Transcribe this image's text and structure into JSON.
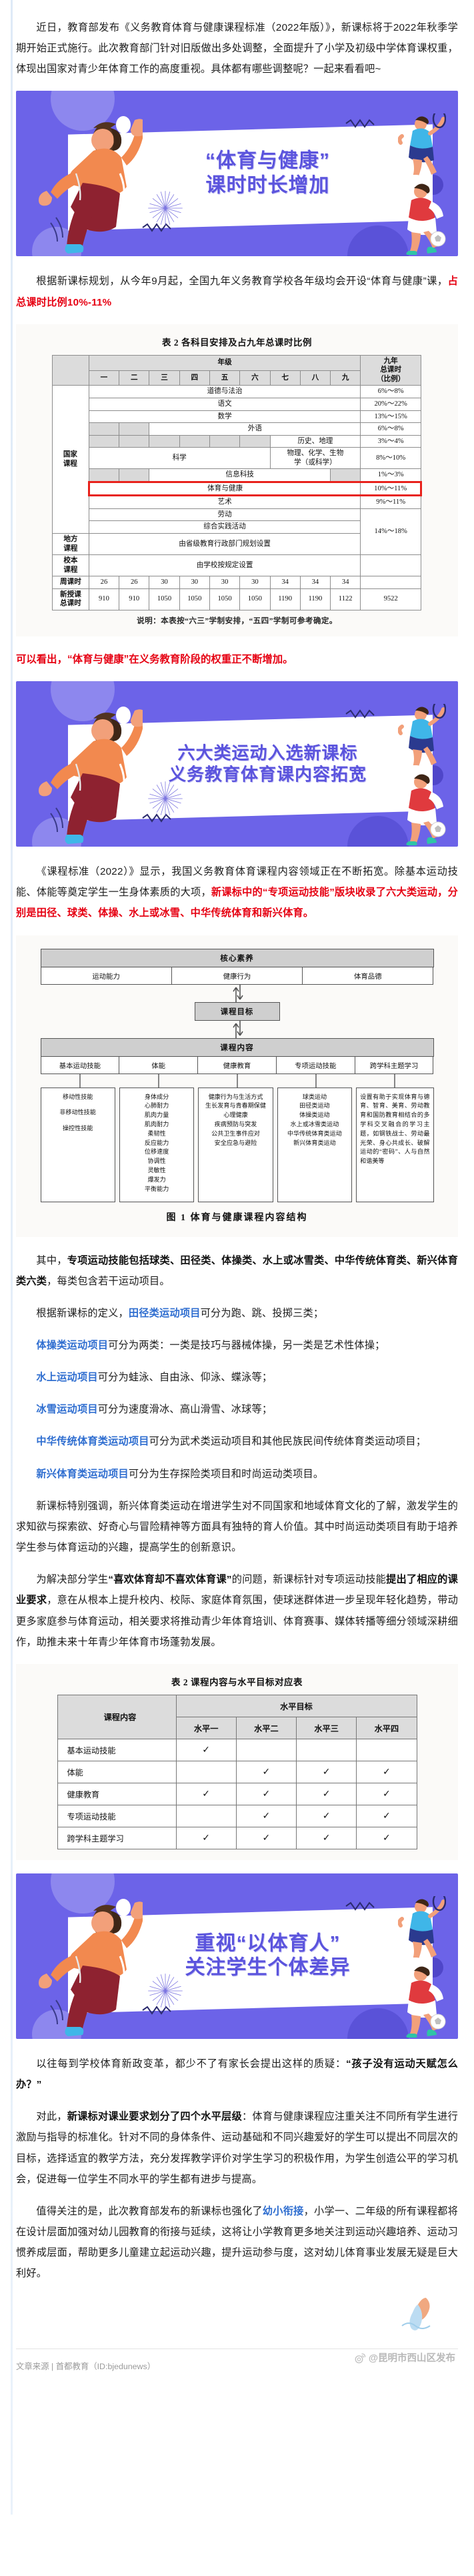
{
  "article": {
    "intro_paragraph": "近日，教育部发布《义务教育体育与健康课程标准（2022年版）》，新课标将于2022年秋季学期开始正式施行。此次教育部门针对旧版做出多处调整，全面提升了小学及初级中学体育课权重，体现出国家对青少年体育工作的高度重视。具体都有哪些调整呢？一起来看看吧~",
    "banner1": {
      "line1": "“体育与健康”",
      "line2": "课时时长增加"
    },
    "section1_lead_plain": "根据新课标规划，从今年9月起，全国九年义务教育学校各年级均会开设“体育与健康”课，",
    "section1_lead_red": "占总课时比例10%-11%",
    "section1_conclusion": "可以看出，“体育与健康”在义务教育阶段的权重正不断增加。",
    "banner2": {
      "line1": "六大类运动入选新课标",
      "line2": "义务教育体育课内容拓宽"
    },
    "section2_p1_plain_a": "《课程标准（2022）》显示，我国义务教育体育课程内容领域正在不断拓宽。除基本运动技能、体能等奠定学生一生身体素质的大项，",
    "section2_p1_red": "新课标中的“专项运动技能”版块收录了六大类运动，分别是田径、球类、体操、水上或冰雪、中华传统体育和新兴体育。",
    "section2_p2_plain_a": "其中，",
    "section2_p2_bold": "专项运动技能包括球类、田径类、体操类、水上或冰雪类、中华传统体育类、新兴体育类六类",
    "section2_p2_plain_b": "，每类包含若干运动项目。",
    "definitions": [
      {
        "prefix": "根据新课标的定义，",
        "term": "田径类运动项目",
        "rest": "可分为跑、跳、投掷三类；"
      },
      {
        "prefix": "",
        "term": "体操类运动项目",
        "rest": "可分为两类：一类是技巧与器械体操，另一类是艺术性体操；"
      },
      {
        "prefix": "",
        "term": "水上运动项目",
        "rest": "可分为蛙泳、自由泳、仰泳、蝶泳等；"
      },
      {
        "prefix": "",
        "term": "冰雪运动项目",
        "rest": "可分为速度滑冰、高山滑雪、冰球等；"
      },
      {
        "prefix": "",
        "term": "中华传统体育类运动项目",
        "rest": "可分为武术类运动项目和其他民族民间传统体育类运动项目；"
      },
      {
        "prefix": "",
        "term": "新兴体育类运动项目",
        "rest": "可分为生存探险类项目和时尚运动类项目。"
      }
    ],
    "section2_p3": "新课标特别强调，新兴体育类运动在增进学生对不同国家和地域体育文化的了解，激发学生的求知欲与探索欲、好奇心与冒险精神等方面具有独特的育人价值。其中时尚运动类项目有助于培养学生参与体育运动的兴趣，提高学生的创新意识。",
    "section2_p4_plain_a": "为解决部分学生",
    "section2_p4_bold_a": "“喜欢体育却不喜欢体育课”",
    "section2_p4_plain_b": "的问题，新课标针对专项运动技能",
    "section2_p4_bold_b": "提出了相应的课业要求",
    "section2_p4_plain_c": "，意在从根本上提升校内、校际、家庭体育氛围，使球迷群体进一步呈现年轻化趋势，带动更多家庭参与体育运动，相关要求将推动青少年体育培训、体育赛事、媒体转播等细分领域深耕细作，助推未来十年青少年体育市场蓬勃发展。",
    "banner3": {
      "line1": "重视“以体育人”",
      "line2": "关注学生个体差异"
    },
    "section3_p1_plain_a": "以往每到学校体育新政变革，都少不了有家长会提出这样的质疑：",
    "section3_p1_bold": "“孩子没有运动天赋怎么办？”",
    "section3_p2_plain_a": "对此，",
    "section3_p2_bold_a": "新课标对课业要求划分了四个水平层级",
    "section3_p2_plain_b": "：体育与健康课程应注重关注不同所有学生进行激励与指导的标准化。针对不同的身体条件、运动基础和不同兴趣爱好的学生可以提出不同层次的目标，选择适宜的教学方法，充分发挥教学评价对学生学习的积极作用，为学生创造公平的学习机会，促进每一位学生不同水平的学生都有进步与提高。",
    "section3_p3_plain_a": "值得关注的是，此次教育部发布的新课标也强化了",
    "section3_p3_bold": "幼小衔接",
    "section3_p3_plain_b": "，小学一、二年级的所有课程都将在设计层面加强对幼儿园教育的衔接与延续，这将让小学教育更多地关注到运动兴趣培养、运动习惯养成层面，帮助更多儿童建立起运动兴趣，提升运动参与度，这对幼儿体育事业发展无疑是巨大利好。"
  },
  "table1": {
    "caption": "表 2   各科目安排及占九年总课时比例",
    "header_grade": "年级",
    "header_total": "九年\n总课时\n（比例）",
    "header_total_lines": [
      "九年",
      "总课时",
      "（比例）"
    ],
    "grades": [
      "一",
      "二",
      "三",
      "四",
      "五",
      "六",
      "七",
      "八",
      "九"
    ],
    "category_national_lines": [
      "国家",
      "课程"
    ],
    "category_local_lines": [
      "地方",
      "课程"
    ],
    "category_school_lines": [
      "校本",
      "课程"
    ],
    "subjects": [
      {
        "name": "道德与法治",
        "pct": "6%～8%",
        "shade_cols": 0
      },
      {
        "name": "语文",
        "pct": "20%～22%",
        "shade_cols": 0
      },
      {
        "name": "数学",
        "pct": "13%～15%",
        "shade_cols": 0
      },
      {
        "name": "外语",
        "pct": "6%～8%",
        "shade_cols": 2
      },
      {
        "name": "历史、地理",
        "pct": "3%～4%",
        "shade_cols": 6
      },
      {
        "name": "物理、化学、生物学（或科学）",
        "alt_name": "科学",
        "pct": "8%～10%",
        "split": true
      },
      {
        "name": "信息科技",
        "pct": "1%～3%",
        "shade_cols": 2,
        "shade_tail": 1
      },
      {
        "name": "体育与健康",
        "pct": "10%～11%",
        "highlight": true
      },
      {
        "name": "艺术",
        "pct": "9%～11%"
      },
      {
        "name": "劳动",
        "pct": ""
      },
      {
        "name": "综合实践活动",
        "pct": ""
      }
    ],
    "local_row": {
      "label_lines": [
        "地方",
        "课程"
      ],
      "text": "由省级教育行政部门规划设置",
      "pct": "14%～18%"
    },
    "school_row": {
      "label_lines": [
        "校本",
        "课程"
      ],
      "text": "由学校按规定设置"
    },
    "week_row": {
      "label": "周课时",
      "values": [
        "26",
        "26",
        "30",
        "30",
        "30",
        "30",
        "34",
        "34",
        "34"
      ],
      "total": ""
    },
    "total_row": {
      "label_lines": [
        "新授课",
        "总课时"
      ],
      "values": [
        "910",
        "910",
        "1050",
        "1050",
        "1050",
        "1050",
        "1190",
        "1190",
        "1122"
      ],
      "total": "9522"
    },
    "note": "说明：本表按“六三”学制安排，“五四”学制可参考确定。",
    "science_left": "科学",
    "science_right_lines": [
      "物理、化学、生物",
      "学（或科学）"
    ]
  },
  "diagram": {
    "core_band": "核心素养",
    "core_items": [
      "运动能力",
      "健康行为",
      "体育品德"
    ],
    "goal": "课程目标",
    "content_band": "课程内容",
    "content_items": [
      "基本运动技能",
      "体能",
      "健康教育",
      "专项运动技能",
      "跨学科主题学习"
    ],
    "leaf_1": [
      "移动性技能",
      "非移动性技能",
      "操控性技能"
    ],
    "leaf_2": [
      "身体成分",
      "心肺耐力",
      "肌肉力量",
      "肌肉耐力",
      "柔韧性",
      "反应能力",
      "位移速度",
      "协调性",
      "灵敏性",
      "爆发力",
      "平衡能力"
    ],
    "leaf_3": [
      "健康行为与生活方式",
      "生长发育与青春期保健",
      "心理健康",
      "疾病预防与突发",
      "公共卫生事件应对",
      "安全应急与避险"
    ],
    "leaf_4": [
      "球类运动",
      "田径类运动",
      "体操类运动",
      "水上或冰雪类运动",
      "中华传统体育类运动",
      "新兴体育类运动"
    ],
    "leaf_5_text": "设置有助于实现体育与德育、智育、美育、劳动教育和国防教育相结合的多学科交叉融合的学习主题，如钢铁战士、劳动最光荣、身心共成长、破解运动的“密码”、人与自然和谐美等",
    "caption": "图 1   体育与健康课程内容结构"
  },
  "table2": {
    "caption": "表 2   课程内容与水平目标对应表",
    "col_content": "课程内容",
    "col_group": "水平目标",
    "levels": [
      "水平一",
      "水平二",
      "水平三",
      "水平四"
    ],
    "check_mark": "✓",
    "rows": [
      {
        "name": "基本运动技能",
        "marks": [
          true,
          false,
          false,
          false
        ]
      },
      {
        "name": "体能",
        "marks": [
          false,
          true,
          true,
          true
        ]
      },
      {
        "name": "健康教育",
        "marks": [
          true,
          true,
          true,
          true
        ]
      },
      {
        "name": "专项运动技能",
        "marks": [
          false,
          true,
          true,
          true
        ]
      },
      {
        "name": "跨学科主题学习",
        "marks": [
          true,
          true,
          true,
          true
        ]
      }
    ]
  },
  "footer": {
    "source": "文章来源 | 首都教育（ID:bjedunews）",
    "watermark": "@昆明市西山区发布"
  }
}
